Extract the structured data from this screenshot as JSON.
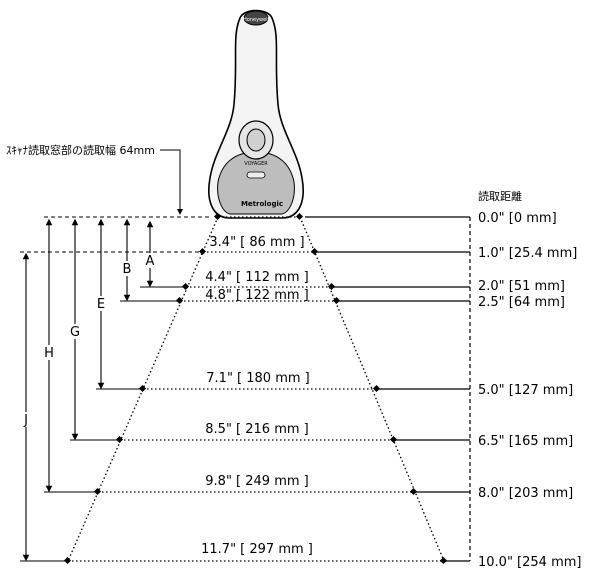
{
  "annotation": {
    "text": "ｽｷｬﾅ読取窓部の読取幅 64mm"
  },
  "distance_header": "読取距離",
  "scanner": {
    "brand": "Metrologic",
    "model_label": "VOYAGER",
    "cap_logo": "Honeywell"
  },
  "rows": [
    {
      "width": "",
      "distance": "0.0\" [0 mm]"
    },
    {
      "width": "3.4\" [ 86 mm ]",
      "distance": "1.0\" [25.4 mm]"
    },
    {
      "width": "4.4\" [ 112 mm ]",
      "distance": "2.0\" [51 mm]"
    },
    {
      "width": "4.8\" [ 122 mm ]",
      "distance": "2.5\" [64 mm]"
    },
    {
      "width": "7.1\" [ 180 mm ]",
      "distance": "5.0\" [127 mm]"
    },
    {
      "width": "8.5\" [ 216 mm ]",
      "distance": "6.5\" [165 mm]"
    },
    {
      "width": "9.8\" [ 249 mm ]",
      "distance": "8.0\" [203 mm]"
    },
    {
      "width": "11.7\" [ 297 mm ]",
      "distance": "10.0\" [254 mm]"
    }
  ],
  "dimension_letters": [
    "A",
    "B",
    "E",
    "G",
    "H",
    "J"
  ]
}
